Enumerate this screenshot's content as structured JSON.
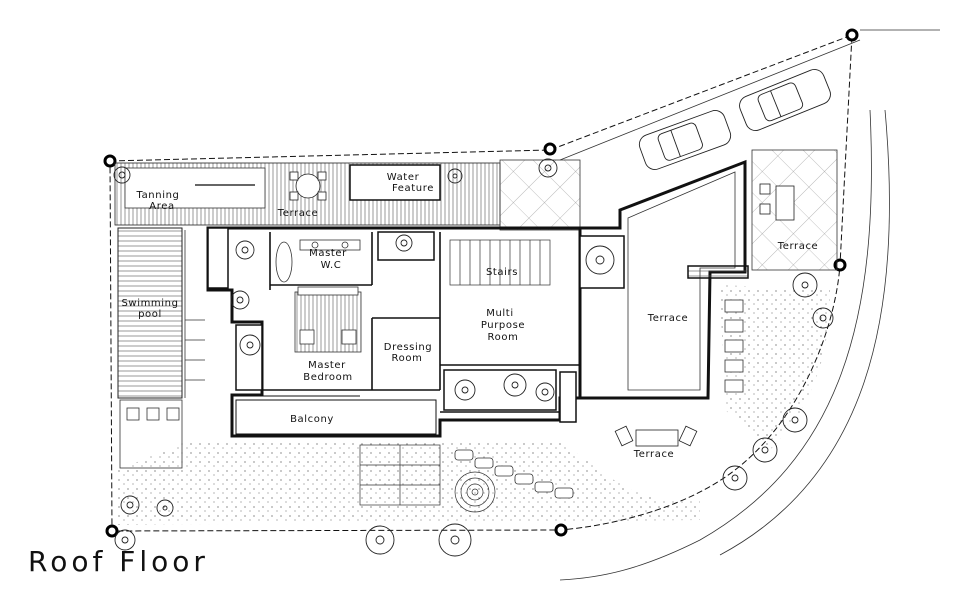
{
  "title": "Roof Floor",
  "rooms": {
    "tanning_area": [
      "Tanning",
      "Area"
    ],
    "terrace_top": "Terrace",
    "master_wc": [
      "Master",
      "W.C"
    ],
    "water_feature": [
      "Water",
      "Feature"
    ],
    "swimming_pool": [
      "Swimming",
      "pool"
    ],
    "stairs": "Stairs",
    "multi_purpose": [
      "Multi",
      "Purpose",
      "Room"
    ],
    "dressing_room": [
      "Dressing",
      "Room"
    ],
    "master_bedroom": [
      "Master",
      "Bedroom"
    ],
    "balcony": "Balcony",
    "terrace_center": "Terrace",
    "terrace_right": "Terrace",
    "terrace_bottom": "Terrace"
  },
  "colors": {
    "line": "#111111",
    "hatch": "#444444",
    "foliage": "#222222",
    "background": "#ffffff"
  }
}
